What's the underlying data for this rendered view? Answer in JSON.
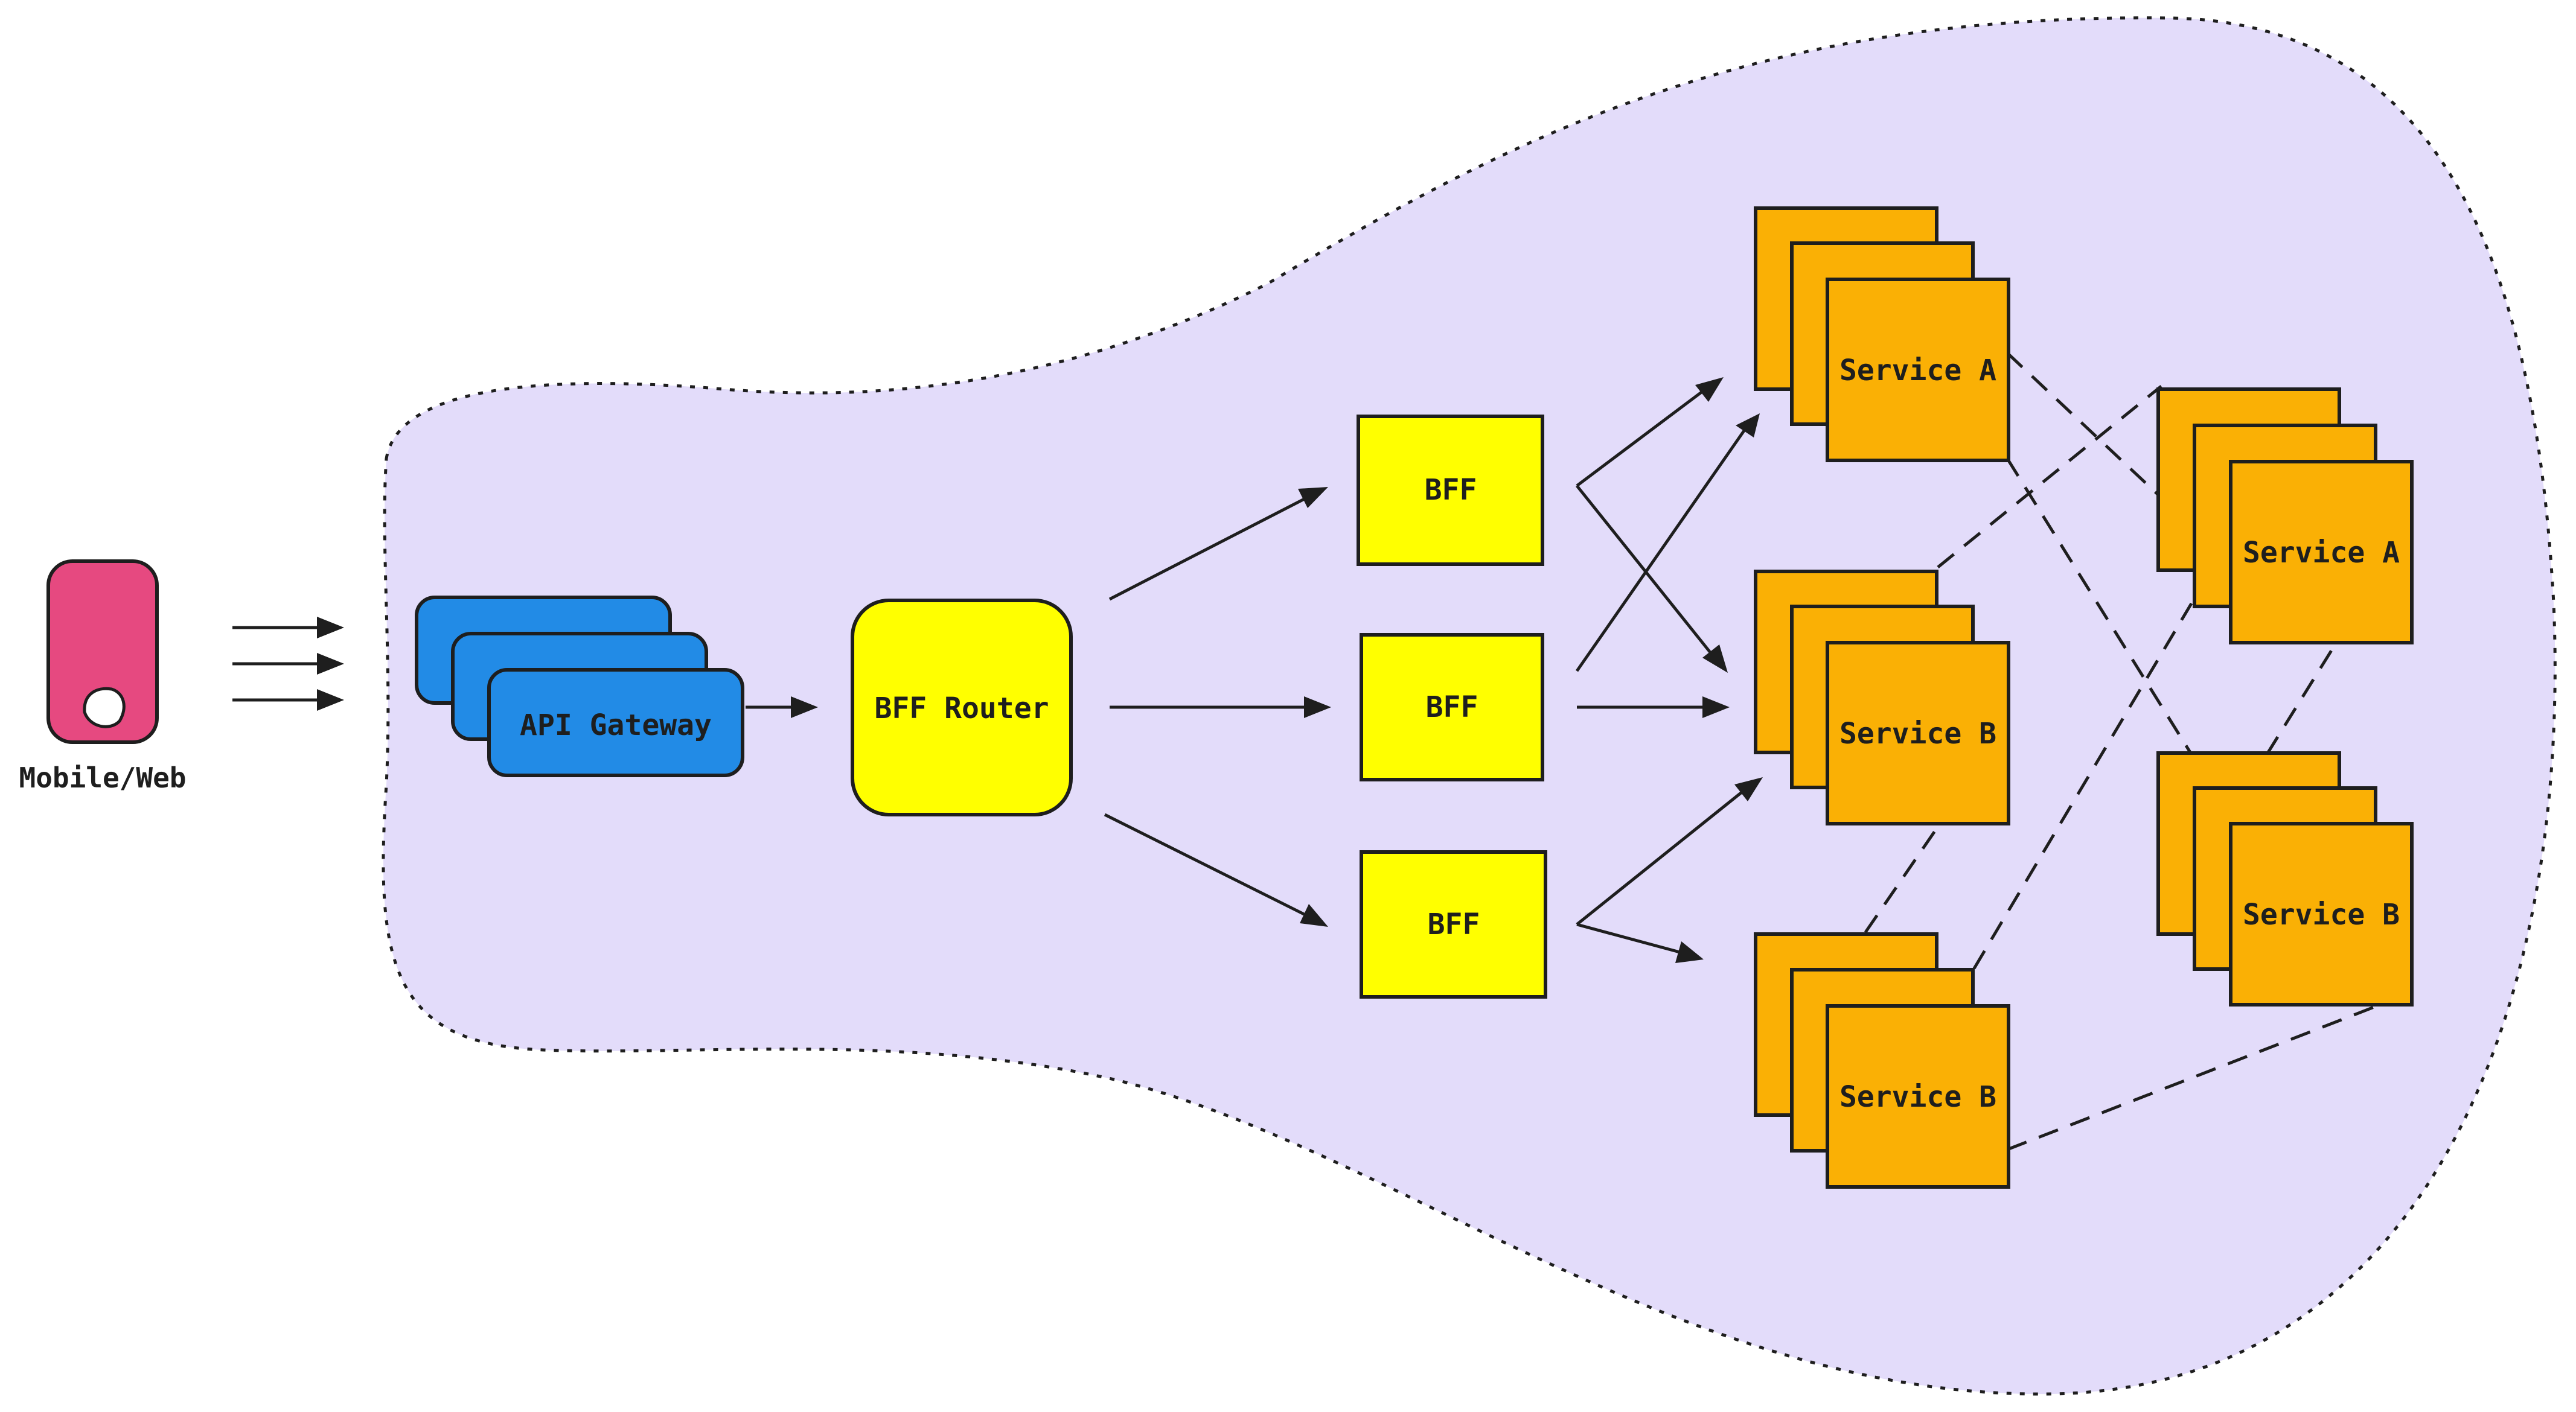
{
  "diagram": {
    "client_label": "Mobile/Web",
    "api_gateway_label": "API Gateway",
    "bff_router_label": "BFF Router",
    "bff_label": "BFF",
    "services": {
      "a1": "Service A",
      "b1": "Service B",
      "b2": "Service B",
      "a2": "Service A",
      "b3": "Service B"
    }
  },
  "colors": {
    "cloud_fill": "#e3dcfa",
    "client_pink": "#e64980",
    "gateway_blue": "#228be6",
    "bff_yellow": "#ffff00",
    "service_orange": "#fab005",
    "stroke": "#1e1e1e"
  }
}
